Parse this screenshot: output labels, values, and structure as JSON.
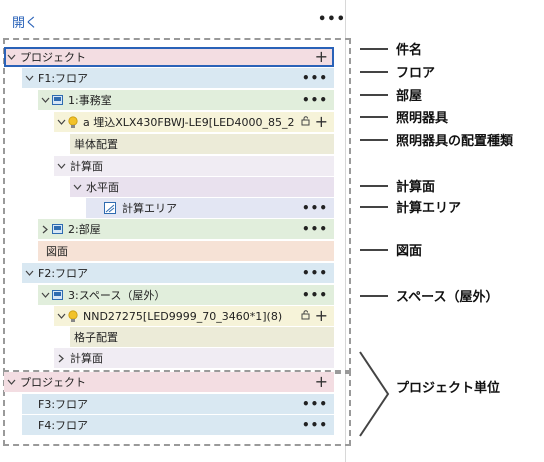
{
  "header": {
    "open_label": "開く",
    "menu_label": "•••"
  },
  "tree": {
    "project": "プロジェクト",
    "floor1": "F1:フロア",
    "room1": "1:事務室",
    "fixture1": "a 埋込XLX430FBWJ-LE9[LED4000_85_2",
    "fixture1_placement": "単体配置",
    "calc_surface": "計算面",
    "horizontal_surface": "水平面",
    "calc_area": "計算エリア",
    "room2": "2:部屋",
    "drawing": "図面",
    "floor2": "F2:フロア",
    "room3": "3:スペース（屋外）",
    "fixture2": "NND27275[LED9999_70_3460*1](8)",
    "fixture2_placement": "格子配置",
    "calc_surface2": "計算面",
    "project2": "プロジェクト",
    "floor3": "F3:フロア",
    "floor4": "F4:フロア"
  },
  "annotations": {
    "item_name": "件名",
    "floor": "フロア",
    "room": "部屋",
    "fixture": "照明器具",
    "placement_type": "照明器具の配置種類",
    "calc_surface": "計算面",
    "calc_area": "計算エリア",
    "drawing": "図面",
    "space_outdoor": "スペース（屋外）",
    "project_unit": "プロジェクト単位"
  },
  "colors": {
    "project_bg": "#f3dde2",
    "floor_bg": "#d9e8f2",
    "room_bg": "#e1eedc",
    "fixture_bg": "#f6f3d9",
    "placement_bg": "#ecebd8",
    "surface_bg": "#f0ecf3",
    "horizontal_bg": "#e9e1ee",
    "area_bg": "#e3e6f3",
    "drawing_bg": "#f6e2d6",
    "accent": "#2a62b8"
  },
  "icons": {
    "expanded": "chevron-down-icon",
    "collapsed": "chevron-right-icon",
    "room": "room-icon",
    "fixture": "lightbulb-icon",
    "lock": "lock-icon",
    "area": "calc-area-icon",
    "add": "plus-icon",
    "more": "more-icon"
  }
}
